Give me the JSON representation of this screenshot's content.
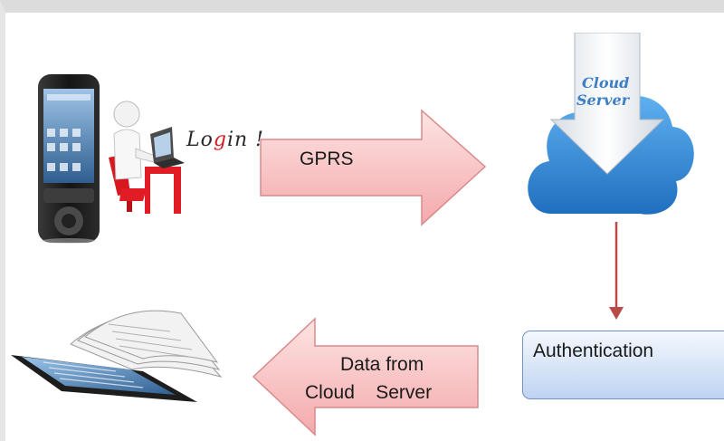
{
  "diagram": {
    "login_text_prefix": "Lo",
    "login_text_highlight": "g",
    "login_text_suffix": "in !",
    "gprs_label": "GPRS",
    "cloud_label_line1": "Cloud",
    "cloud_label_line2": "Server",
    "authentication_label": "Authentication",
    "data_label_line1": "Data from",
    "data_label_line2": "Cloud    Server",
    "colors": {
      "arrow_fill_light": "#fde4e4",
      "arrow_fill_dark": "#f4a9ab",
      "arrow_stroke": "#d98a8c",
      "connector": "#b84a48",
      "cloud_blue": "#2f84d6",
      "auth_fill": "#c9dbf4",
      "login_accent": "#d71920"
    },
    "icons": [
      "smartphone-icon",
      "user-at-laptop-icon",
      "cloud-server-icon",
      "tablet-newspaper-icon"
    ]
  }
}
